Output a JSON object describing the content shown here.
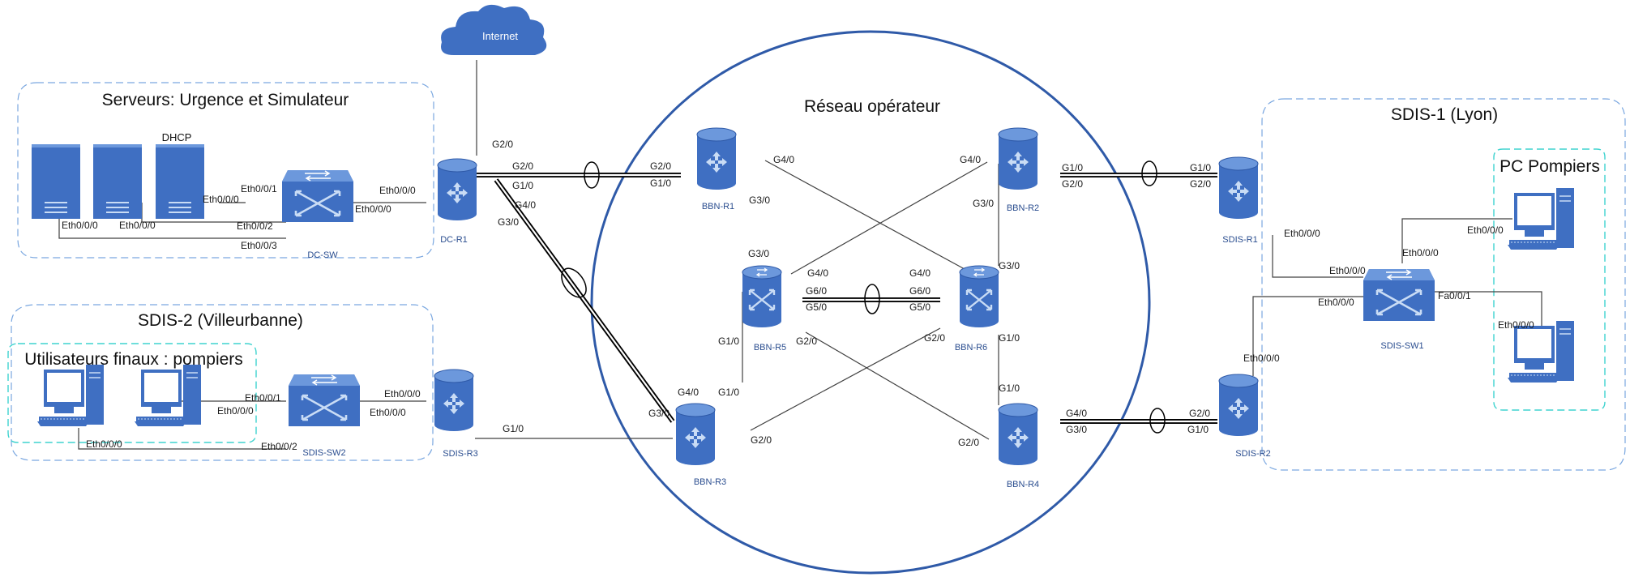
{
  "groups": {
    "servers": "Serveurs: Urgence et Simulateur",
    "sdis2": "SDIS-2 (Villeurbanne)",
    "end_users": "Utilisateurs finaux : pompiers",
    "operator": "Réseau opérateur",
    "sdis1": "SDIS-1 (Lyon)",
    "pc": "PC Pompiers"
  },
  "devices": {
    "dhcp": "DHCP",
    "internet": "Internet",
    "dc_sw": "DC-SW",
    "dc_r1": "DC-R1",
    "sdis_sw2": "SDIS-SW2",
    "sdis_r3": "SDIS-R3",
    "bbn_r1": "BBN-R1",
    "bbn_r2": "BBN-R2",
    "bbn_r3": "BBN-R3",
    "bbn_r4": "BBN-R4",
    "bbn_r5": "BBN-R5",
    "bbn_r6": "BBN-R6",
    "sdis_r1": "SDIS-R1",
    "sdis_r2": "SDIS-R2",
    "sdis_sw1": "SDIS-SW1"
  },
  "ports": {
    "srv3_eth000": "Eth0/0/0",
    "srv1_eth000": "Eth0/0/0",
    "srv2_eth000": "Eth0/0/0",
    "dcsw_eth001": "Eth0/0/1",
    "dcsw_eth002": "Eth0/0/2",
    "dcsw_eth003": "Eth0/0/3",
    "dcsw_eth000": "Eth0/0/0",
    "dcr1_eth000": "Eth0/0/0",
    "dcr1_g20_top": "G2/0",
    "dcr1_g20": "G2/0",
    "dcr1_g10": "G1/0",
    "dcr1_g40": "G4/0",
    "dcr1_g30": "G3/0",
    "r1_g20": "G2/0",
    "r1_g10": "G1/0",
    "r1_g40": "G4/0",
    "r1_g30": "G3/0",
    "r2_g40": "G4/0",
    "r2_g10": "G1/0",
    "r2_g20": "G2/0",
    "r2_g30": "G3/0",
    "r5_g30": "G3/0",
    "r5_g40": "G4/0",
    "r5_g60": "G6/0",
    "r5_g50": "G5/0",
    "r5_g10": "G1/0",
    "r5_g20": "G2/0",
    "r6_g40": "G4/0",
    "r6_g60": "G6/0",
    "r6_g50": "G5/0",
    "r6_g30": "G3/0",
    "r6_g20": "G2/0",
    "r6_g10": "G1/0",
    "r3_g40": "G4/0",
    "r3_g10": "G1/0",
    "r3_g30": "G3/0",
    "r3_g20": "G2/0",
    "r4_g10": "G1/0",
    "r4_g40": "G4/0",
    "r4_g30": "G3/0",
    "r4_g20": "G2/0",
    "sr1_g10": "G1/0",
    "sr1_g20": "G2/0",
    "sr1_eth000": "Eth0/0/0",
    "sw1_eth000_top": "Eth0/0/0",
    "sw1_eth000_left": "Eth0/0/0",
    "sw1_eth000_left2": "Eth0/0/0",
    "sw1_fa001": "Fa0/0/1",
    "pc1_eth000": "Eth0/0/0",
    "pc2_eth000": "Eth0/0/0",
    "sr2_eth000": "Eth0/0/0",
    "sr2_g20": "G2/0",
    "sr2_g10": "G1/0",
    "sw2_eth001": "Eth0/0/1",
    "sw2_eth000": "Eth0/0/0",
    "sw2_eth002": "Eth0/0/2",
    "user1_eth000": "Eth0/0/0",
    "sr3_eth000_a": "Eth0/0/0",
    "sr3_eth000_b": "Eth0/0/0",
    "sr3_g10": "G1/0"
  },
  "colors": {
    "device_fill": "#3f6fc2",
    "device_top": "#6c98dc",
    "cloud": "#3f6fc2",
    "group_border": "#7aa7e0",
    "pc_border": "#3fd3cf",
    "operator_ring": "#2f5aa8"
  }
}
